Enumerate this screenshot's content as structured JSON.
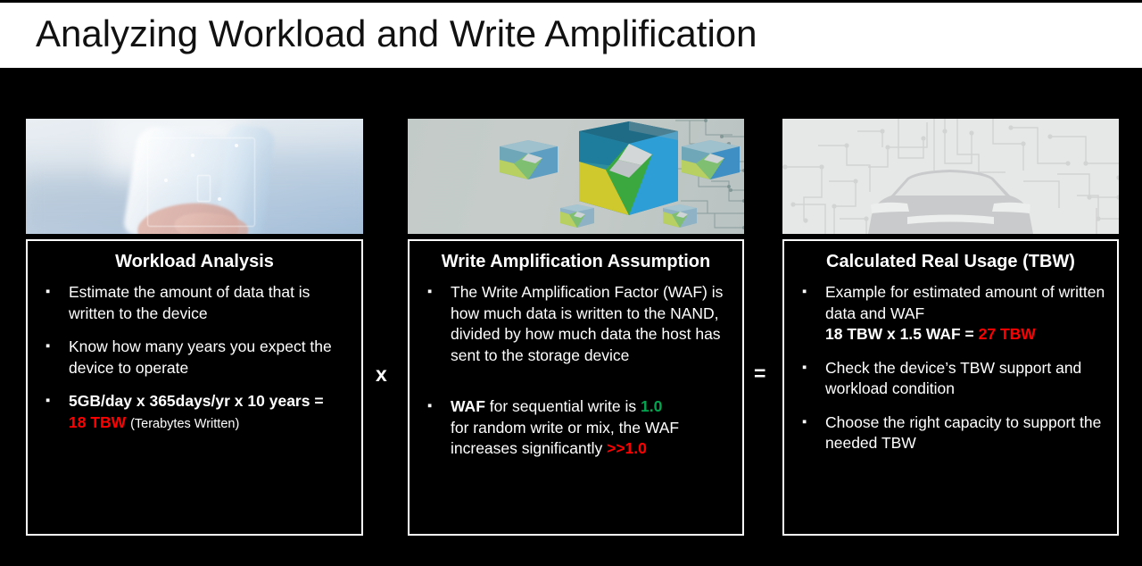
{
  "slide": {
    "title": "Analyzing Workload and Write Amplification",
    "background_color": "#000000",
    "title_band_color": "#ffffff",
    "accent_red": "#FF0000",
    "accent_green": "#00A550"
  },
  "operators": {
    "multiply": "x",
    "equals": "="
  },
  "columns": [
    {
      "thumbnail_name": "person-touching-hud-photo",
      "title": "Workload Analysis",
      "bullets": [
        {
          "parts": [
            {
              "text": "Estimate the amount of data that is written to the device",
              "style": "normal"
            }
          ]
        },
        {
          "parts": [
            {
              "text": "Know how many years you expect the device to operate",
              "style": "normal"
            }
          ]
        },
        {
          "parts": [
            {
              "text": "5GB/day x 365days/yr x 10 years =",
              "style": "bold"
            },
            {
              "text": "18 TBW",
              "style": "red"
            },
            {
              "text": "(Terabytes Written)",
              "style": "small"
            }
          ]
        }
      ]
    },
    {
      "thumbnail_name": "isometric-cubes-circuit-illustration",
      "title": "Write Amplification Assumption",
      "bullets": [
        {
          "parts": [
            {
              "text": "The Write Amplification Factor (WAF) is how much data is written to the NAND, divided by how much data the host has sent to the storage device",
              "style": "normal"
            }
          ]
        },
        {
          "parts": [
            {
              "text": "WAF",
              "style": "bold"
            },
            {
              "text": "for sequential write is",
              "style": "normal"
            },
            {
              "text": "1.0",
              "style": "green"
            },
            {
              "text": "for random write or mix, the WAF increases significantly",
              "style": "normal"
            },
            {
              "text": ">>1.0",
              "style": "red"
            }
          ]
        }
      ]
    },
    {
      "thumbnail_name": "car-circuit-illustration",
      "title": "Calculated Real Usage (TBW)",
      "bullets": [
        {
          "parts": [
            {
              "text": "Example for estimated amount of written data and WAF",
              "style": "normal"
            },
            {
              "text": "18 TBW x 1.5 WAF =",
              "style": "bold"
            },
            {
              "text": "27 TBW",
              "style": "red"
            }
          ]
        },
        {
          "parts": [
            {
              "text": "Check the device’s TBW support and workload condition",
              "style": "normal"
            }
          ]
        },
        {
          "parts": [
            {
              "text": "Choose the right capacity to support the needed TBW",
              "style": "normal"
            }
          ]
        }
      ]
    }
  ]
}
